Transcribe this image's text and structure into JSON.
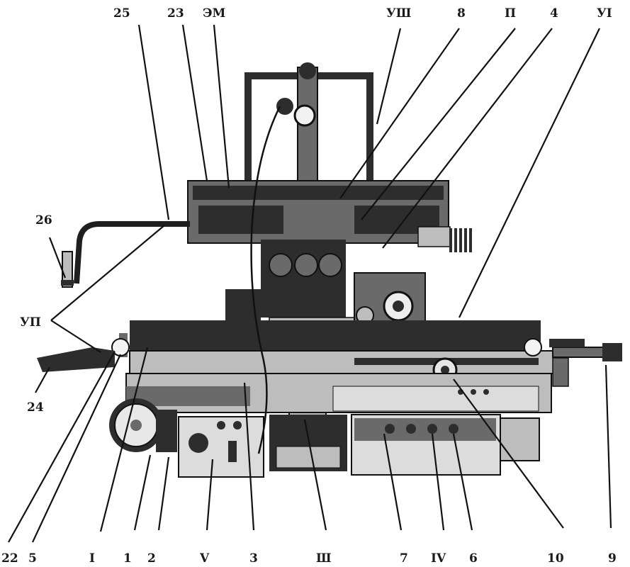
{
  "labels": {
    "l25": "25",
    "l23": "23",
    "lEM": "ЭМ",
    "lVIII": "УШ",
    "l8": "8",
    "lII": "П",
    "l4": "4",
    "lVI": "УI",
    "l26": "26",
    "lVII": "УП",
    "l24": "24",
    "l22": "22",
    "l5": "5",
    "lI": "I",
    "l1": "1",
    "l2": "2",
    "lV": "V",
    "l3": "3",
    "lIII": "Ш",
    "l7": "7",
    "lIV": "IV",
    "l6": "6",
    "l10": "10",
    "l9": "9"
  },
  "colors": {
    "ink": "#111111",
    "dark_metal": "#2d2d2d",
    "mid_metal": "#6a6a6a",
    "light_metal": "#bdbdbd",
    "background": "#ffffff"
  }
}
